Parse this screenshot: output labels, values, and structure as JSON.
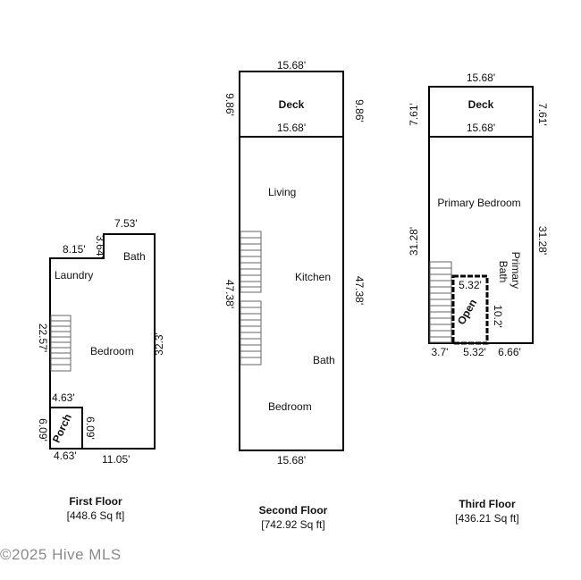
{
  "floors": {
    "first": {
      "title": "First Floor",
      "area": "[448.6 Sq ft]",
      "rooms": {
        "bath": "Bath",
        "laundry": "Laundry",
        "bedroom": "Bedroom",
        "porch": "Porch"
      },
      "dims": {
        "top_right": "7.53'",
        "step_h": "3.64'",
        "step_w": "8.15'",
        "left": "22.57'",
        "right": "32.3'",
        "porch_top": "4.63'",
        "porch_left": "6.09'",
        "porch_right": "6.09'",
        "bottom_left": "4.63'",
        "bottom_right": "11.05'"
      }
    },
    "second": {
      "title": "Second Floor",
      "area": "[742.92 Sq ft]",
      "rooms": {
        "deck": "Deck",
        "living": "Living",
        "kitchen": "Kitchen",
        "bath": "Bath",
        "bedroom": "Bedroom"
      },
      "dims": {
        "deck_top": "15.68'",
        "deck_left": "9.86'",
        "deck_right": "9.86'",
        "deck_bottom": "15.68'",
        "left": "47.38'",
        "right": "47.38'",
        "bottom": "15.68'"
      }
    },
    "third": {
      "title": "Third Floor",
      "area": "[436.21 Sq ft]",
      "rooms": {
        "deck": "Deck",
        "primary_bedroom": "Primary Bedroom",
        "primary_bath": "Primary\nBath",
        "open": "Open"
      },
      "dims": {
        "deck_top": "15.68'",
        "deck_left": "7.61'",
        "deck_right": "7.61'",
        "deck_bottom": "15.68'",
        "left": "31.28'",
        "right": "31.28'",
        "open_top": "5.32'",
        "open_right": "10.2'",
        "bottom_a": "3.7'",
        "bottom_b": "5.32'",
        "bottom_c": "6.66'"
      }
    }
  },
  "watermark": "©2025 Hive MLS"
}
